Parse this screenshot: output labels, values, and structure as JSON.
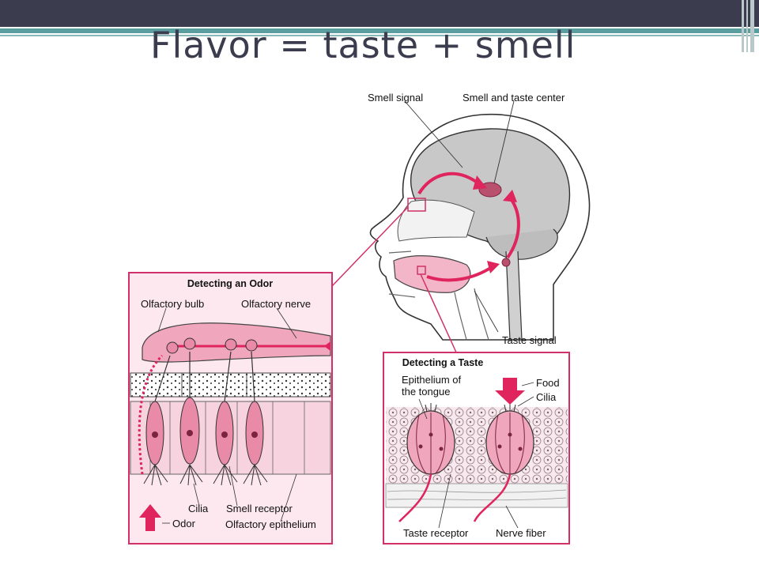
{
  "slide": {
    "title": "Flavor = taste + smell",
    "accent_dark": "#3b3d4e",
    "accent_teal": "#5b9ea0"
  },
  "head_labels": {
    "smell_signal": "Smell signal",
    "smell_taste_center": "Smell and taste center",
    "taste_signal": "Taste signal"
  },
  "odor_panel": {
    "title": "Detecting an Odor",
    "olfactory_bulb": "Olfactory bulb",
    "olfactory_nerve": "Olfactory nerve",
    "cilia": "Cilia",
    "smell_receptor": "Smell receptor",
    "odor": "Odor",
    "olfactory_epithelium": "Olfactory epithelium"
  },
  "taste_panel": {
    "title": "Detecting a Taste",
    "epithelium_line1": "Epithelium of",
    "epithelium_line2": "the tongue",
    "food": "Food",
    "cilia": "Cilia",
    "taste_receptor": "Taste receptor",
    "nerve_fiber": "Nerve fiber"
  },
  "colors": {
    "pink": "#e8a0b4",
    "deep_pink": "#e0245e",
    "panel_border": "#d2306a",
    "brain_gray": "#c8c8c8"
  }
}
